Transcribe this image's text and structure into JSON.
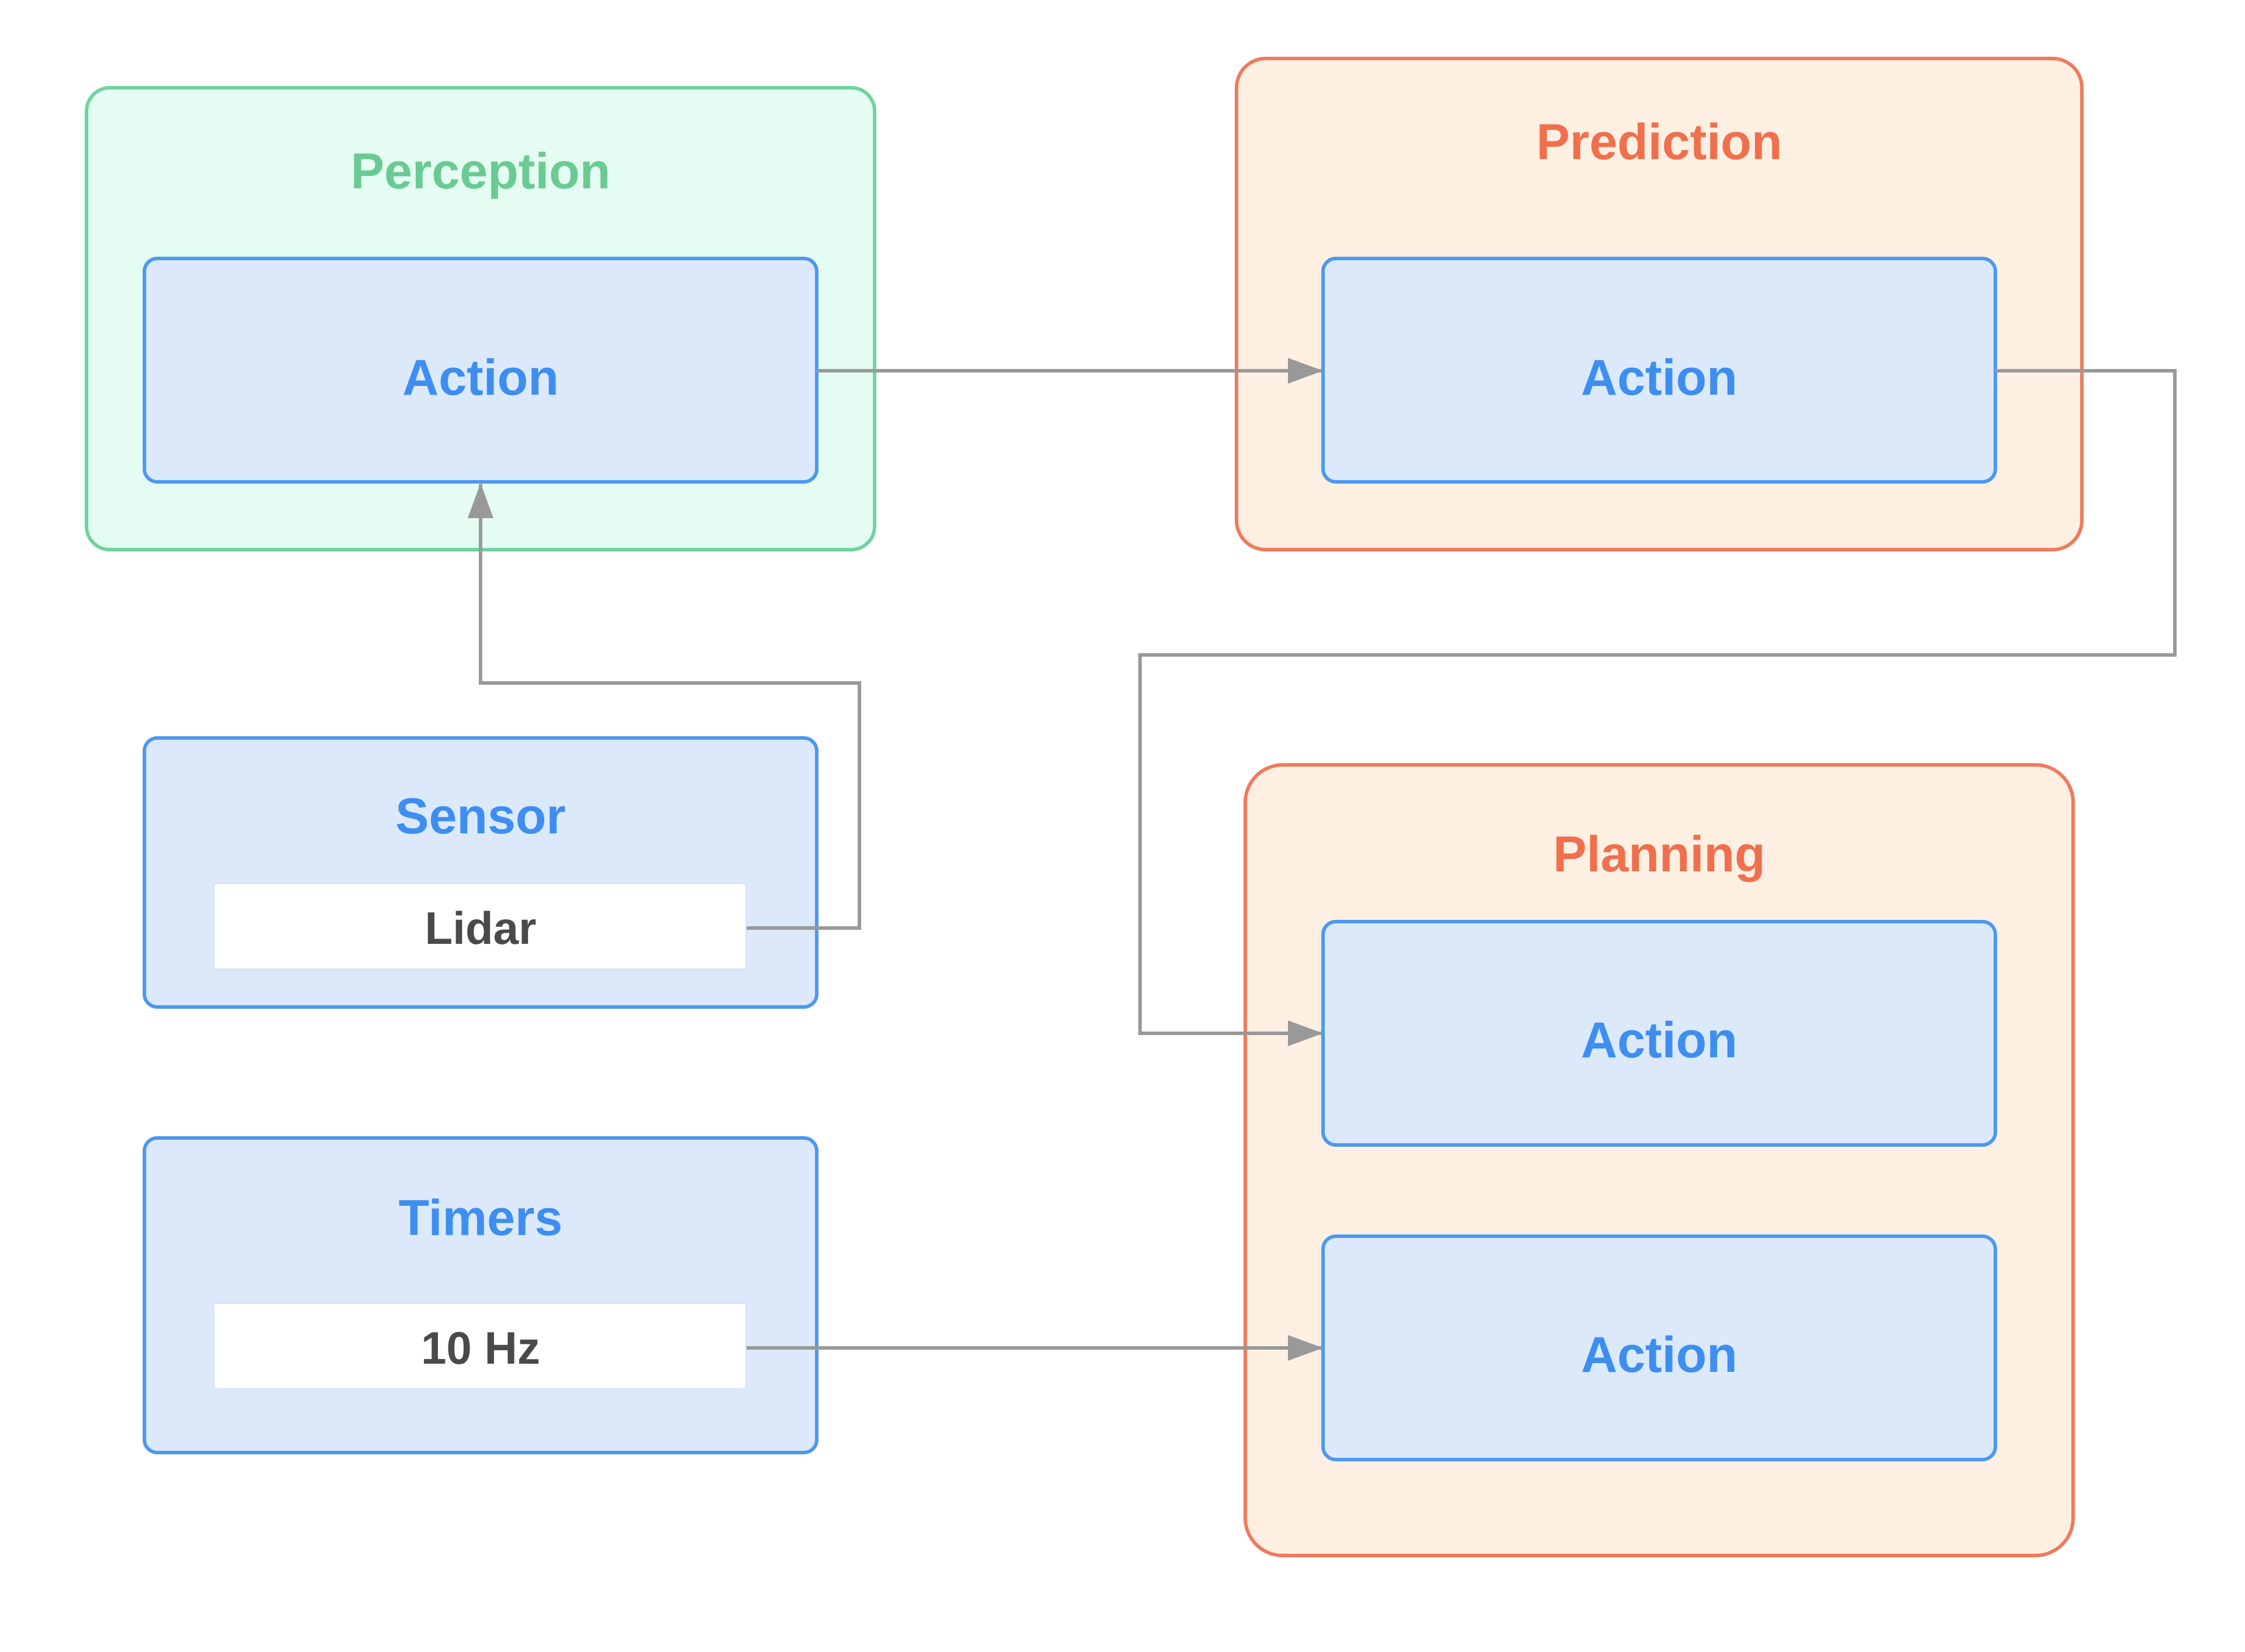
{
  "colors": {
    "perception_stroke": "#6fd3a0",
    "perception_fill": "#e4fcf1",
    "perception_title": "#6acb92",
    "group_orange_stroke": "#f07a5c",
    "group_orange_fill": "#fdf0e2",
    "group_orange_title": "#f06f4c",
    "action_stroke": "#4d98f0",
    "action_fill": "#dce9fa",
    "action_text": "#3d8ef0",
    "field_fill": "#ffffff",
    "field_stroke": "#d7e6fa",
    "field_text": "#4a4a4a",
    "connector": "#999999"
  },
  "groups": {
    "perception": {
      "title": "Perception",
      "action": "Action"
    },
    "prediction": {
      "title": "Prediction",
      "action": "Action"
    },
    "planning": {
      "title": "Planning",
      "actions": [
        "Action",
        "Action"
      ]
    }
  },
  "sources": {
    "sensor": {
      "title": "Sensor",
      "value": "Lidar"
    },
    "timers": {
      "title": "Timers",
      "value": "10 Hz"
    }
  }
}
